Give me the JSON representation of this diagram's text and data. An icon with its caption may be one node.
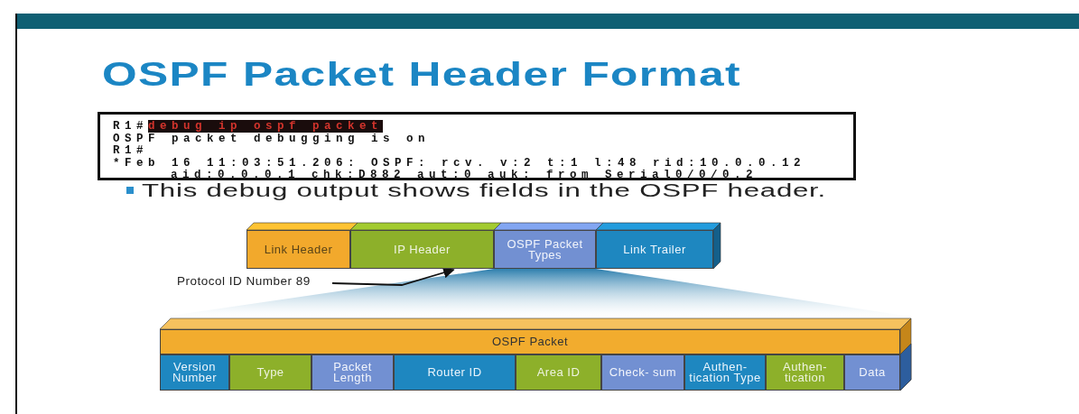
{
  "diagram": {
    "title": "OSPF Packet Header Format",
    "nodes": [
      {
        "text": [
          "Link Header"
        ]
      },
      {
        "text": [
          "IP Header"
        ]
      },
      {
        "text": [
          "OSPF Packet Types"
        ]
      },
      {
        "text": [
          "Link Trailer"
        ]
      },
      {
        "text": [
          "Protocol ID Number 89"
        ]
      },
      {
        "text": [
          "OSPF Packet"
        ]
      },
      {
        "text": [
          "Version Number"
        ]
      },
      {
        "text": [
          "Type"
        ]
      },
      {
        "text": [
          "Packet Length"
        ]
      },
      {
        "text": [
          "Router ID"
        ]
      },
      {
        "text": [
          "Area ID"
        ]
      },
      {
        "text": [
          "Check- sum"
        ]
      },
      {
        "text": [
          "Authen- tication Type"
        ]
      },
      {
        "text": [
          "Authen- tication"
        ]
      },
      {
        "text": [
          "Data"
        ]
      }
    ],
    "edges": [
      {
        "from": 4,
        "to": 1,
        "arrow": "to"
      }
    ],
    "labels": [
      "R1#",
      "debug ip ospf packet",
      "OSPF packet debugging is on",
      "R1#",
      "*Feb 16 11:03:51.206: OSPF: rcv. v:2 t:1 l:48 rid:10.0.0.12",
      "aid:0.0.0.1 chk:D882 aut:0 auk: from Serial0/0/0.2",
      "This debug output shows fields in the OSPF header."
    ]
  }
}
